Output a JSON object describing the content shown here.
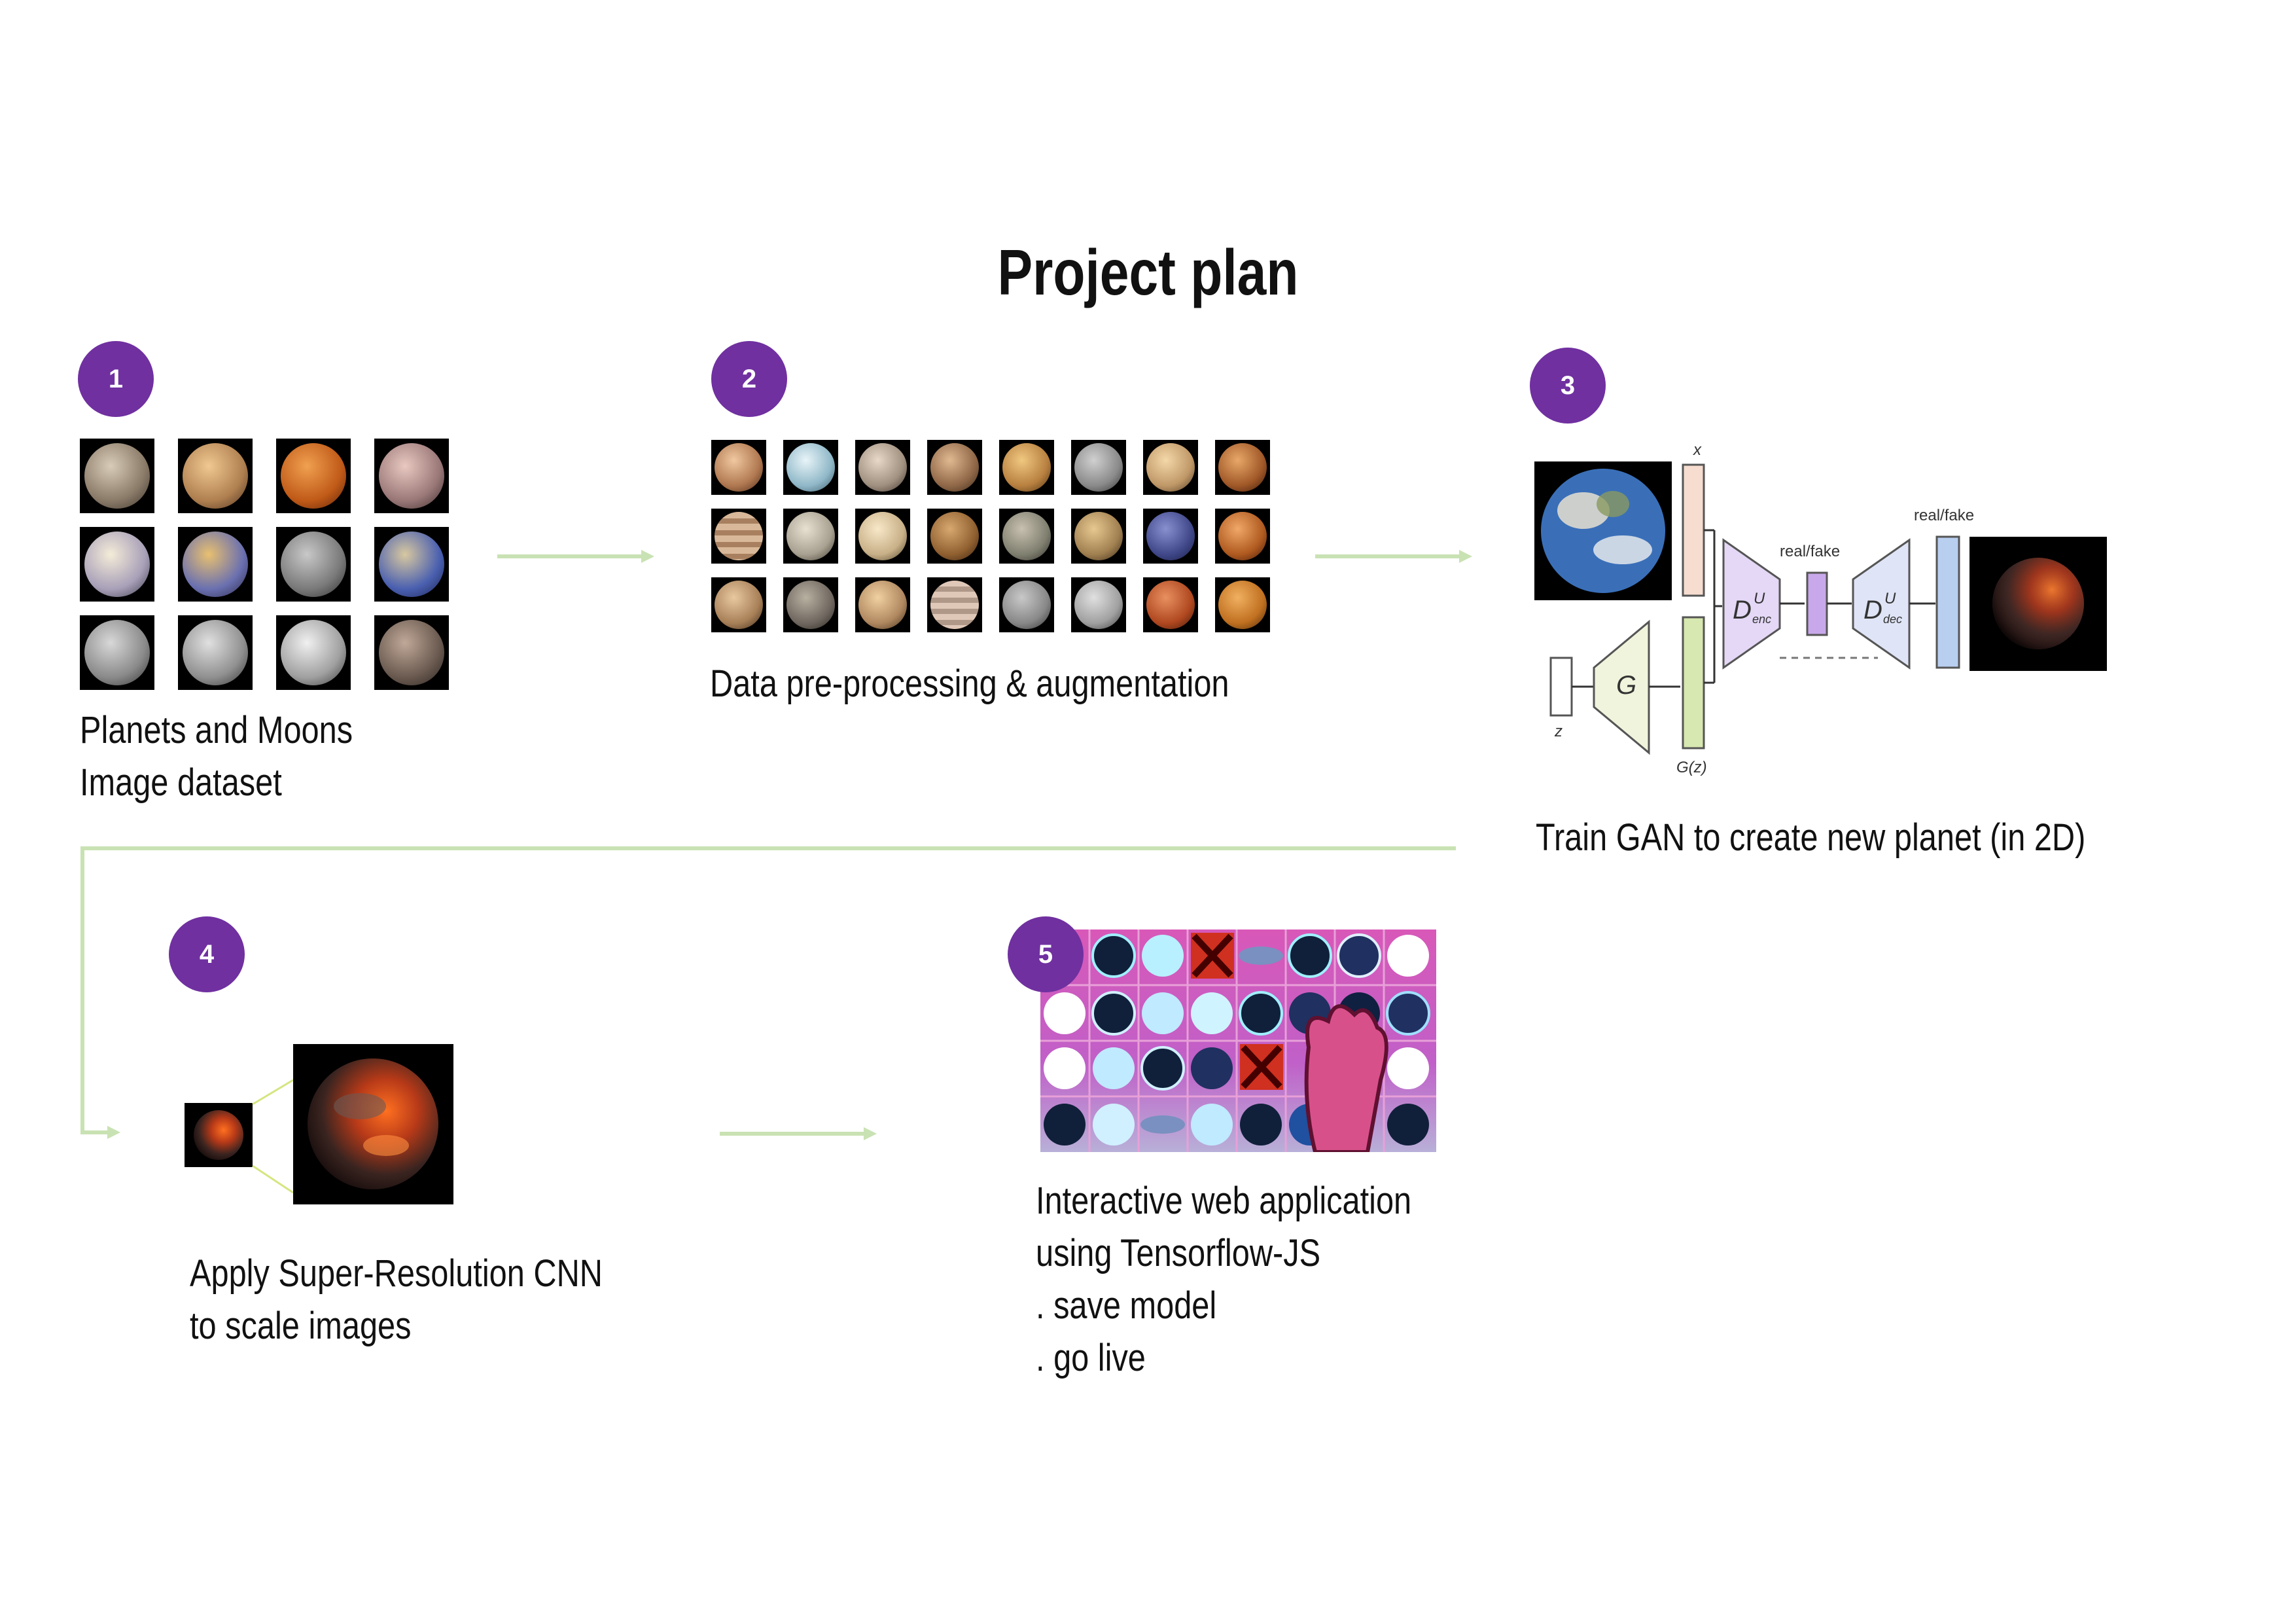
{
  "title": "Project plan",
  "colors": {
    "badge": "#7030a0",
    "arrow": "#c9e2b3",
    "earth_bg": "#000000"
  },
  "steps": [
    {
      "number": "1",
      "caption_lines": [
        "Planets and Moons",
        "Image dataset"
      ]
    },
    {
      "number": "2",
      "caption_lines": [
        "Data pre-processing & augmentation"
      ]
    },
    {
      "number": "3",
      "caption_lines": [
        "Train GAN to create new planet (in 2D)"
      ]
    },
    {
      "number": "4",
      "caption_lines": [
        "Apply Super-Resolution CNN",
        "to scale images"
      ]
    },
    {
      "number": "5",
      "caption_lines": [
        "Interactive web application",
        "using Tensorflow-JS",
        ". save model",
        ". go live"
      ]
    }
  ],
  "gan_diagram": {
    "x_label": "x",
    "z_label": "z",
    "gz_label": "G(z)",
    "generator_label": "G",
    "real_fake_1": "real/fake",
    "real_fake_2": "real/fake",
    "d_enc_label": "D",
    "d_enc_sup": "U",
    "d_enc_sub": "enc",
    "d_dec_label": "D",
    "d_dec_sup": "U",
    "d_dec_sub": "dec"
  }
}
